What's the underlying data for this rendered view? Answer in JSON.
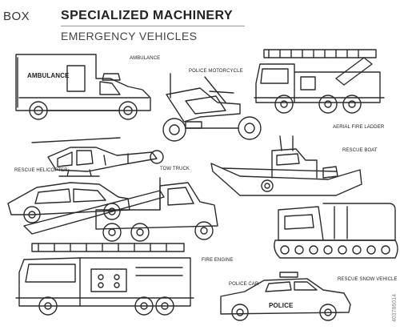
{
  "header": {
    "box": "BOX",
    "title": "SPECIALIZED MACHINERY",
    "subtitle": "EMERGENCY VEHICLES"
  },
  "labels": {
    "ambulance": "AMBULANCE",
    "ambulance_body": "AMBULANCE",
    "police_motorcycle": "POLICE MOTORCYCLE",
    "aerial_fire_ladder": "AERIAL FIRE LADDER",
    "rescue_boat": "RESCUE BOAT",
    "rescue_helicopter": "RESCUE HELICOPTER",
    "tow_truck": "TOW TRUCK",
    "fire_engine": "FIRE ENGINE",
    "police_car": "POLICE CAR",
    "police_car_body": "POLICE",
    "rescue_snow_vehicle": "RESCUE SNOW VEHICLE"
  },
  "watermark_code": "403786014",
  "colors": {
    "line": "#2b2b2b",
    "background": "#ffffff"
  }
}
